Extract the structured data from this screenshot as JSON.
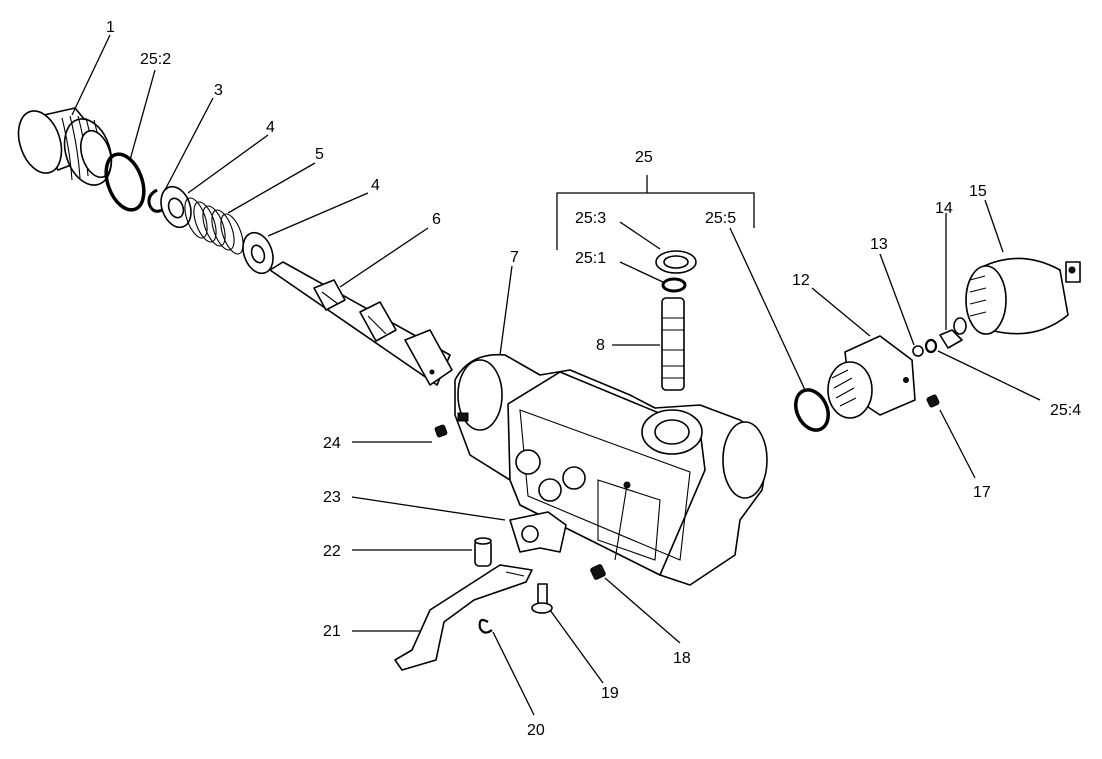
{
  "diagram": {
    "type": "exploded-parts-view",
    "callouts": {
      "c1": "1",
      "c25_2": "25:2",
      "c3": "3",
      "c4a": "4",
      "c5": "5",
      "c4b": "4",
      "c6": "6",
      "c7": "7",
      "c25": "25",
      "c25_3": "25:3",
      "c25_1": "25:1",
      "c25_5": "25:5",
      "c8": "8",
      "c12": "12",
      "c13": "13",
      "c14": "14",
      "c15": "15",
      "c25_4": "25:4",
      "c17": "17",
      "c24": "24",
      "c23": "23",
      "c22": "22",
      "c21": "21",
      "c20": "20",
      "c19": "19",
      "c18": "18"
    },
    "colors": {
      "ink": "#000000",
      "paper": "#ffffff"
    }
  }
}
